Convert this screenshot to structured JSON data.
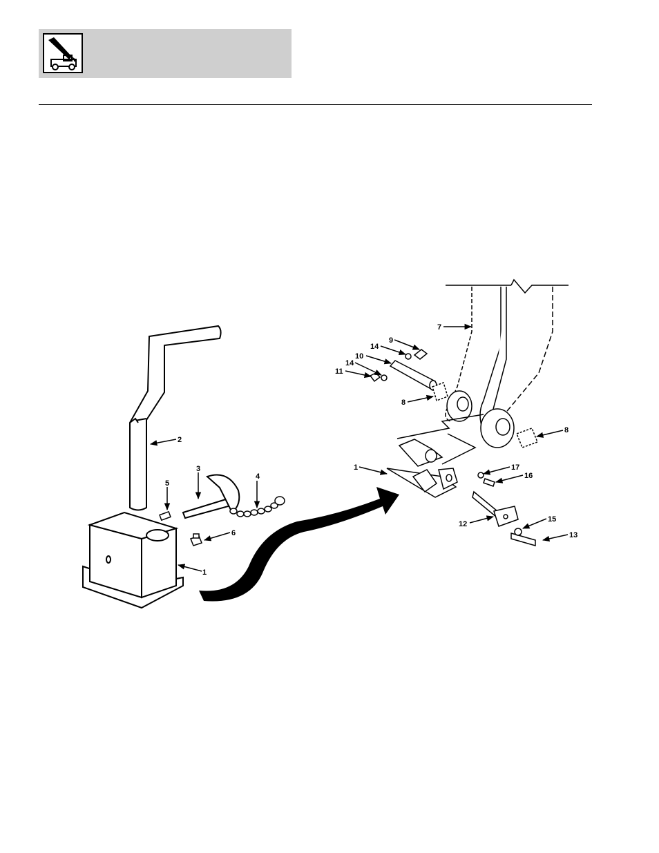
{
  "header": {
    "icon": "telehandler-icon"
  },
  "callouts": {
    "c1_left": "1",
    "c2": "2",
    "c3": "3",
    "c4": "4",
    "c5": "5",
    "c6": "6",
    "c1_right": "1",
    "c7": "7",
    "c8_top": "8",
    "c8_right": "8",
    "c9": "9",
    "c10": "10",
    "c11": "11",
    "c12": "12",
    "c13": "13",
    "c14_top": "14",
    "c14_low": "14",
    "c15": "15",
    "c16": "16",
    "c17": "17"
  }
}
